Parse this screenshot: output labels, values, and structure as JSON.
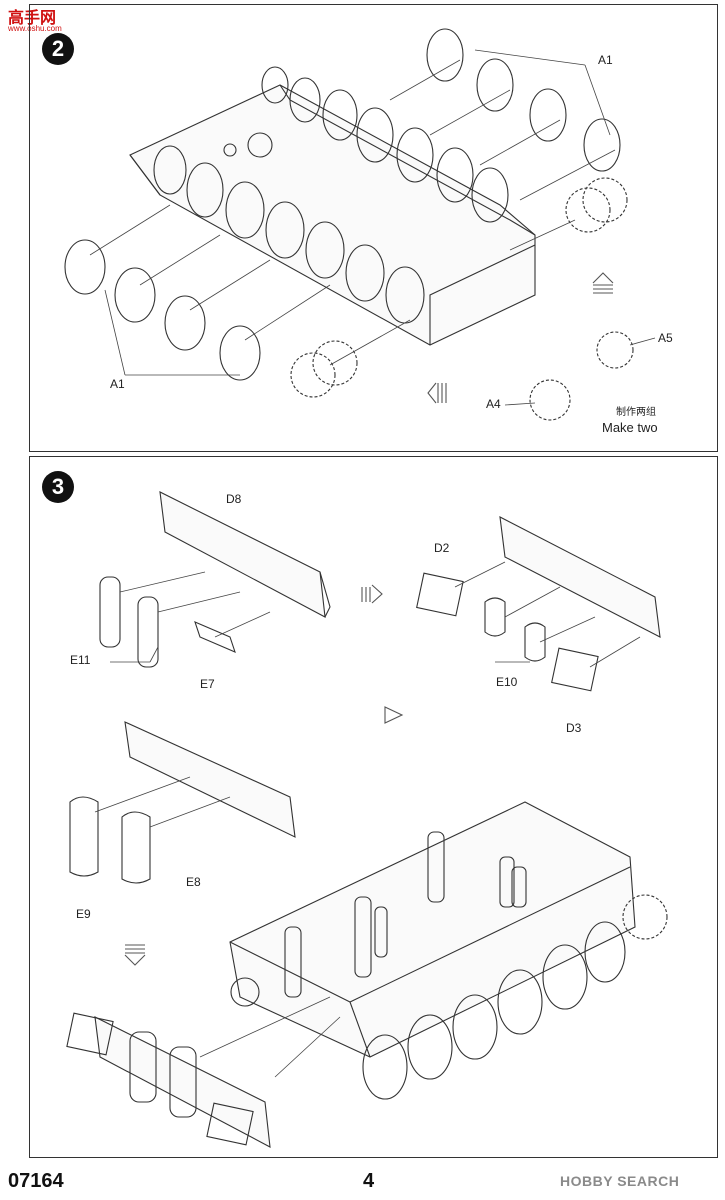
{
  "watermark_site": {
    "name": "高手网",
    "url": "www.oshu.com"
  },
  "step2": {
    "number": "2",
    "labels": {
      "a1_top": "A1",
      "a1_bottom": "A1",
      "a5": "A5",
      "a4": "A4",
      "make_two_cn": "制作两组",
      "make_two_en": "Make two"
    }
  },
  "step3": {
    "number": "3",
    "labels": {
      "d8": "D8",
      "d2": "D2",
      "e11": "E11",
      "e7": "E7",
      "e10": "E10",
      "d3": "D3",
      "e9": "E9",
      "e8": "E8"
    }
  },
  "footer": {
    "code": "07164",
    "page": "4",
    "watermark": "HOBBY SEARCH"
  }
}
